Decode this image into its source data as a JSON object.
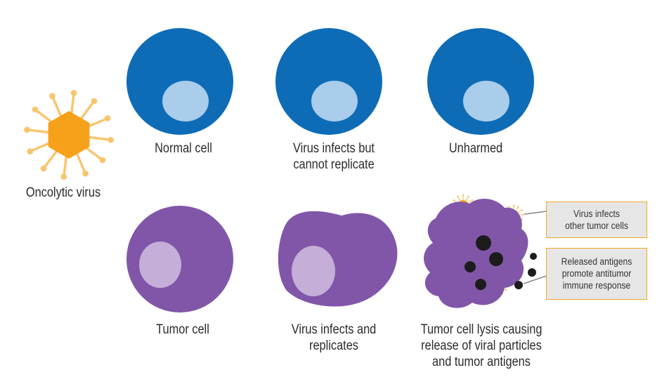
{
  "labels": {
    "oncolytic_virus": "Oncolytic virus",
    "normal_cell": "Normal cell",
    "virus_infects_cannot": [
      "Virus infects but",
      "cannot replicate"
    ],
    "unharmed": "Unharmed",
    "tumor_cell": "Tumor cell",
    "virus_infects_replicates": [
      "Virus infects and",
      "replicates"
    ],
    "tumor_lysis": [
      "Tumor cell lysis causing",
      "release of viral particles",
      "and tumor antigens"
    ]
  },
  "callouts": {
    "other_cells": [
      "Virus infects",
      "other tumor cells"
    ],
    "antigens": [
      "Released antigens",
      "promote antitumor",
      "immune response"
    ]
  },
  "colors": {
    "normal_cell": "#0e6cb7",
    "normal_nucleus": "#a9cdea",
    "tumor_cell": "#8156a9",
    "tumor_nucleus": "#c5aed8",
    "virus_core": "#f7a01a",
    "virus_spike": "#f8c56e",
    "antigen": "#1c1c1c",
    "callout_border": "#f5a623",
    "callout_fill": "#e6e6e6",
    "leader_line": "#8a8a8a"
  }
}
